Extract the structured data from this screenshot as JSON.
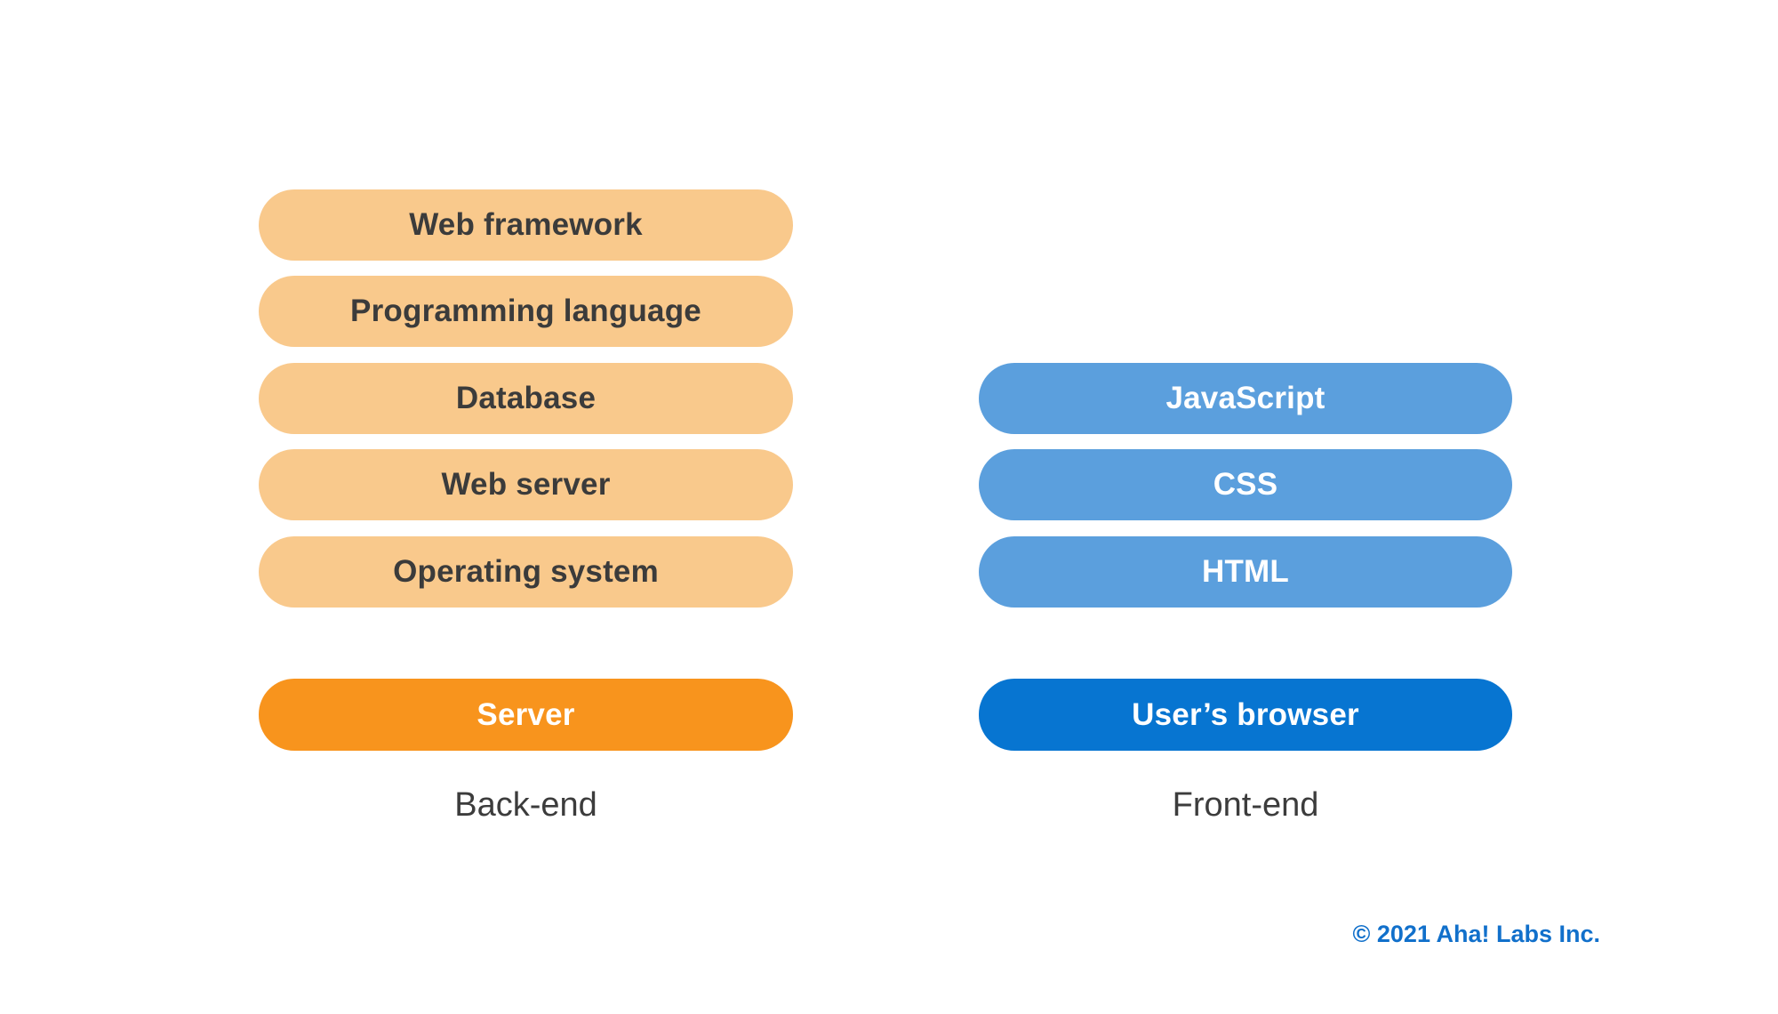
{
  "backend": {
    "label": "Back-end",
    "stack": [
      "Web framework",
      "Programming language",
      "Database",
      "Web server",
      "Operating system"
    ],
    "base": "Server"
  },
  "frontend": {
    "label": "Front-end",
    "stack": [
      "JavaScript",
      "CSS",
      "HTML"
    ],
    "base": "User’s browser"
  },
  "footer": {
    "copyright": "© 2021 Aha! Labs Inc."
  },
  "colors": {
    "backend_stack_fill": "#F9C98C",
    "backend_base_fill": "#F8941D",
    "backend_stack_text": "#3B3B3B",
    "frontend_stack_fill": "#5B9FDD",
    "frontend_base_fill": "#0775D1",
    "light_text": "#FFFFFF",
    "column_label_text": "#3C3C3C",
    "copyright_text": "#1170CB",
    "background": "#FFFFFF"
  }
}
